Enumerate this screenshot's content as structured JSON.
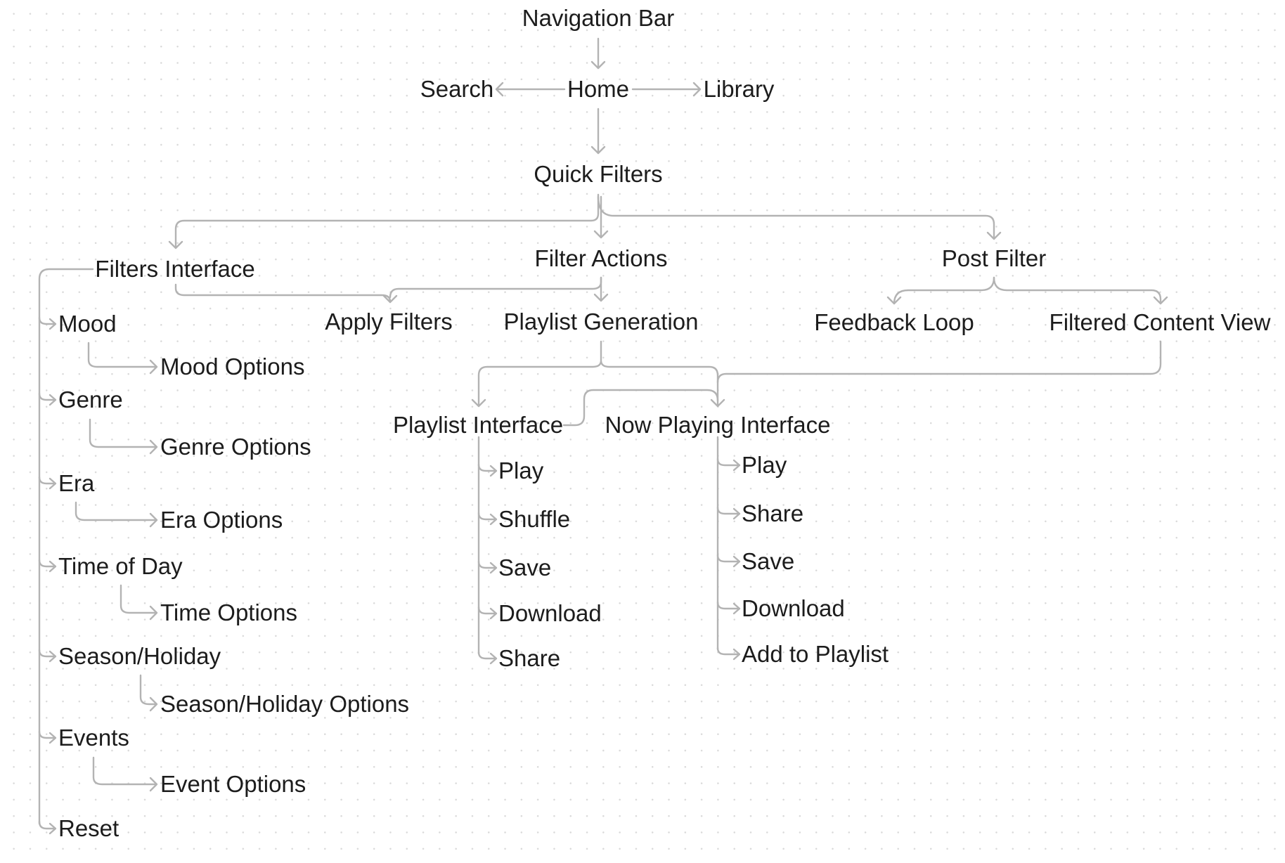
{
  "diagram": {
    "nodes": {
      "navigation_bar": "Navigation Bar",
      "home": "Home",
      "search": "Search",
      "library": "Library",
      "quick_filters": "Quick Filters",
      "filters_interface": "Filters Interface",
      "filter_actions": "Filter Actions",
      "post_filter": "Post Filter",
      "apply_filters": "Apply Filters",
      "playlist_generation": "Playlist Generation",
      "feedback_loop": "Feedback Loop",
      "filtered_content_view": "Filtered Content View",
      "mood": "Mood",
      "mood_options": "Mood Options",
      "genre": "Genre",
      "genre_options": "Genre Options",
      "era": "Era",
      "era_options": "Era Options",
      "time_of_day": "Time of Day",
      "time_options": "Time Options",
      "season_holiday": "Season/Holiday",
      "season_holiday_options": "Season/Holiday Options",
      "events": "Events",
      "event_options": "Event Options",
      "reset": "Reset",
      "playlist_interface": "Playlist Interface",
      "now_playing_interface": "Now Playing Interface",
      "playlist_play": "Play",
      "playlist_shuffle": "Shuffle",
      "playlist_save": "Save",
      "playlist_download": "Download",
      "playlist_share": "Share",
      "np_play": "Play",
      "np_share": "Share",
      "np_save": "Save",
      "np_download": "Download",
      "np_add_to_playlist": "Add to Playlist"
    },
    "edges": [
      [
        "navigation_bar",
        "home"
      ],
      [
        "home",
        "search"
      ],
      [
        "home",
        "library"
      ],
      [
        "home",
        "quick_filters"
      ],
      [
        "quick_filters",
        "filters_interface"
      ],
      [
        "quick_filters",
        "filter_actions"
      ],
      [
        "quick_filters",
        "post_filter"
      ],
      [
        "filter_actions",
        "apply_filters"
      ],
      [
        "filter_actions",
        "playlist_generation"
      ],
      [
        "post_filter",
        "feedback_loop"
      ],
      [
        "post_filter",
        "filtered_content_view"
      ],
      [
        "filters_interface",
        "mood"
      ],
      [
        "filters_interface",
        "genre"
      ],
      [
        "filters_interface",
        "era"
      ],
      [
        "filters_interface",
        "time_of_day"
      ],
      [
        "filters_interface",
        "season_holiday"
      ],
      [
        "filters_interface",
        "events"
      ],
      [
        "filters_interface",
        "reset"
      ],
      [
        "mood",
        "mood_options"
      ],
      [
        "genre",
        "genre_options"
      ],
      [
        "era",
        "era_options"
      ],
      [
        "time_of_day",
        "time_options"
      ],
      [
        "season_holiday",
        "season_holiday_options"
      ],
      [
        "events",
        "event_options"
      ],
      [
        "playlist_generation",
        "playlist_interface"
      ],
      [
        "playlist_generation",
        "now_playing_interface"
      ],
      [
        "filtered_content_view",
        "now_playing_interface"
      ],
      [
        "playlist_interface",
        "now_playing_interface"
      ],
      [
        "playlist_interface",
        "playlist_play"
      ],
      [
        "playlist_interface",
        "playlist_shuffle"
      ],
      [
        "playlist_interface",
        "playlist_save"
      ],
      [
        "playlist_interface",
        "playlist_download"
      ],
      [
        "playlist_interface",
        "playlist_share"
      ],
      [
        "now_playing_interface",
        "np_play"
      ],
      [
        "now_playing_interface",
        "np_share"
      ],
      [
        "now_playing_interface",
        "np_save"
      ],
      [
        "now_playing_interface",
        "np_download"
      ],
      [
        "now_playing_interface",
        "np_add_to_playlist"
      ]
    ]
  },
  "style": {
    "edge_color": "#b3b3b3",
    "text_color": "#1c1c1c",
    "background": "#ffffff",
    "grid_dot_color": "#d9d9d9"
  }
}
